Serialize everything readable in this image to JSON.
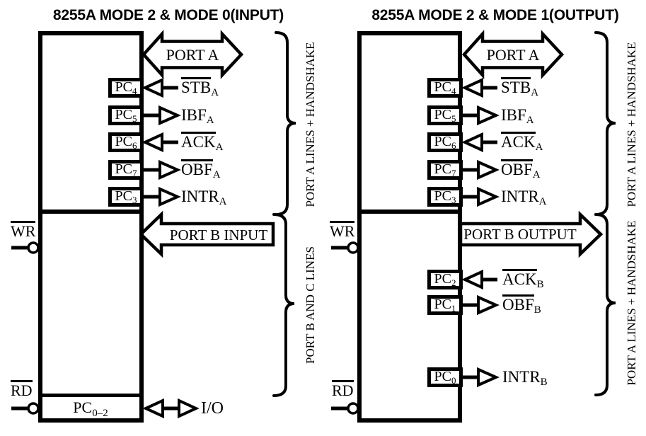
{
  "colors": {
    "ink": "#000000",
    "background": "#ffffff"
  },
  "left": {
    "title": "8255A MODE 2 & MODE 0(INPUT)",
    "port_a_label": "PORT A",
    "port_b_label": "PORT B INPUT",
    "brace_top_label": "PORT A LINES + HANDSHAKE",
    "brace_bottom_label": "PORT B AND C LINES",
    "wr_label": "WR",
    "rd_label": "RD",
    "pc_strip": {
      "base": "PC",
      "sub": "0–2"
    },
    "io_label": "I/O",
    "rows": [
      {
        "pc": "PC",
        "pc_sub": "4",
        "sig": "STB",
        "sig_sub": "A",
        "direction": "input",
        "overline": true
      },
      {
        "pc": "PC",
        "pc_sub": "5",
        "sig": "IBF",
        "sig_sub": "A",
        "direction": "output",
        "overline": false
      },
      {
        "pc": "PC",
        "pc_sub": "6",
        "sig": "ACK",
        "sig_sub": "A",
        "direction": "input",
        "overline": true
      },
      {
        "pc": "PC",
        "pc_sub": "7",
        "sig": "OBF",
        "sig_sub": "A",
        "direction": "output",
        "overline": true
      },
      {
        "pc": "PC",
        "pc_sub": "3",
        "sig": "INTR",
        "sig_sub": "A",
        "direction": "output",
        "overline": false
      }
    ]
  },
  "right": {
    "title": "8255A MODE 2 & MODE 1(OUTPUT)",
    "port_a_label": "PORT A",
    "port_b_label": "PORT B OUTPUT",
    "brace_top_label": "PORT A LINES + HANDSHAKE",
    "brace_bottom_label": "PORT A LINES + HANDSHAKE",
    "wr_label": "WR",
    "rd_label": "RD",
    "rows_a": [
      {
        "pc": "PC",
        "pc_sub": "4",
        "sig": "STB",
        "sig_sub": "A",
        "direction": "input",
        "overline": true
      },
      {
        "pc": "PC",
        "pc_sub": "5",
        "sig": "IBF",
        "sig_sub": "A",
        "direction": "output",
        "overline": false
      },
      {
        "pc": "PC",
        "pc_sub": "6",
        "sig": "ACK",
        "sig_sub": "A",
        "direction": "input",
        "overline": true
      },
      {
        "pc": "PC",
        "pc_sub": "7",
        "sig": "OBF",
        "sig_sub": "A",
        "direction": "output",
        "overline": true
      },
      {
        "pc": "PC",
        "pc_sub": "3",
        "sig": "INTR",
        "sig_sub": "A",
        "direction": "output",
        "overline": false
      }
    ],
    "rows_b": [
      {
        "pc": "PC",
        "pc_sub": "2",
        "sig": "ACK",
        "sig_sub": "B",
        "direction": "input",
        "overline": true
      },
      {
        "pc": "PC",
        "pc_sub": "1",
        "sig": "OBF",
        "sig_sub": "B",
        "direction": "output",
        "overline": true
      },
      {
        "pc": "PC",
        "pc_sub": "0",
        "sig": "INTR",
        "sig_sub": "B",
        "direction": "output",
        "overline": false
      }
    ]
  }
}
